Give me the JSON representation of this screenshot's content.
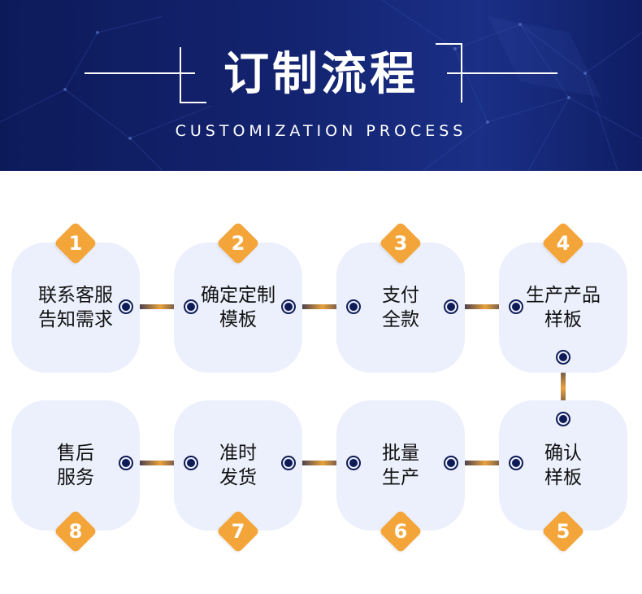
{
  "header": {
    "title": "订制流程",
    "subtitle": "CUSTOMIZATION PROCESS"
  },
  "colors": {
    "banner_bg": "#13236f",
    "card_bg": "#ecf0fc",
    "badge": "#f4a53a",
    "connector_dark": "#0f1b56",
    "connector_accent": "#e9a23c"
  },
  "steps": [
    {
      "number": "1",
      "label": "联系客服\n告知需求"
    },
    {
      "number": "2",
      "label": "确定定制\n模板"
    },
    {
      "number": "3",
      "label": "支付\n全款"
    },
    {
      "number": "4",
      "label": "生产产品\n样板"
    },
    {
      "number": "5",
      "label": "确认\n样板"
    },
    {
      "number": "6",
      "label": "批量\n生产"
    },
    {
      "number": "7",
      "label": "准时\n发货"
    },
    {
      "number": "8",
      "label": "售后\n服务"
    }
  ]
}
